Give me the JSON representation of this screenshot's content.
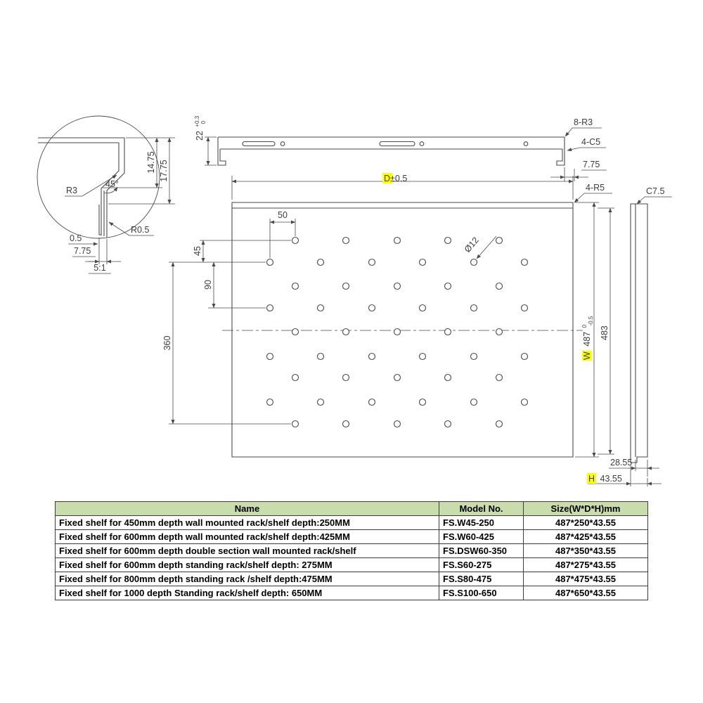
{
  "colors": {
    "line": "#4a4a4a",
    "highlight": "#ffff00",
    "table_header_bg": "#c9dcab"
  },
  "detail_view": {
    "radius_label": "R3",
    "angle_label": "45°",
    "edge_radius_label": "R0.5",
    "gap_dim": "0.5",
    "hem_dim": "7.75",
    "scale_label": "5:1",
    "dim_inner": "14.75",
    "dim_outer": "17.75"
  },
  "side_view": {
    "height_dim": "22",
    "height_tol_upper": "+0.3",
    "height_tol_lower": "0",
    "radius_note": "8-R3",
    "chamfer_note": "4-C5",
    "flange_dim": "7.75"
  },
  "top_view": {
    "depth_letter": "D",
    "depth_tol": "±0.5",
    "hole_offset_dim": "50",
    "row_pitch_dim": "45",
    "double_pitch_dim": "90",
    "hole_span_dim": "360",
    "hole_diameter": "Ø12",
    "width_letter": "W",
    "width_value": "487",
    "width_tol_upper": "0",
    "width_tol_lower": "-0.5",
    "inner_width_dim": "483",
    "corner_radius_note": "4-R5",
    "chamfer_note": "C7.5",
    "edge_dim": "28.55",
    "height_letter": "H",
    "height_value": "43.55"
  },
  "table": {
    "headers": [
      "Name",
      "Model No.",
      "Size(W*D*H)mm"
    ],
    "rows": [
      [
        "Fixed shelf for 450mm depth wall mounted rack/shelf depth:250MM",
        "FS.W45-250",
        "487*250*43.55"
      ],
      [
        "Fixed shelf for 600mm depth wall mounted rack/shelf depth:425MM",
        "FS.W60-425",
        "487*425*43.55"
      ],
      [
        "Fixed shelf for 600mm depth double section wall mounted rack/shelf",
        "FS.DSW60-350",
        "487*350*43.55"
      ],
      [
        "Fixed shelf for 600mm depth standing rack/shelf depth: 275MM",
        "FS.S60-275",
        "487*275*43.55"
      ],
      [
        "Fixed shelf for 800mm depth standing rack /shelf depth:475MM",
        "FS.S80-475",
        "487*475*43.55"
      ],
      [
        "Fixed shelf for 1000 depth Standing rack/shelf depth: 650MM",
        "FS.S100-650",
        "487*650*43.55"
      ]
    ]
  }
}
